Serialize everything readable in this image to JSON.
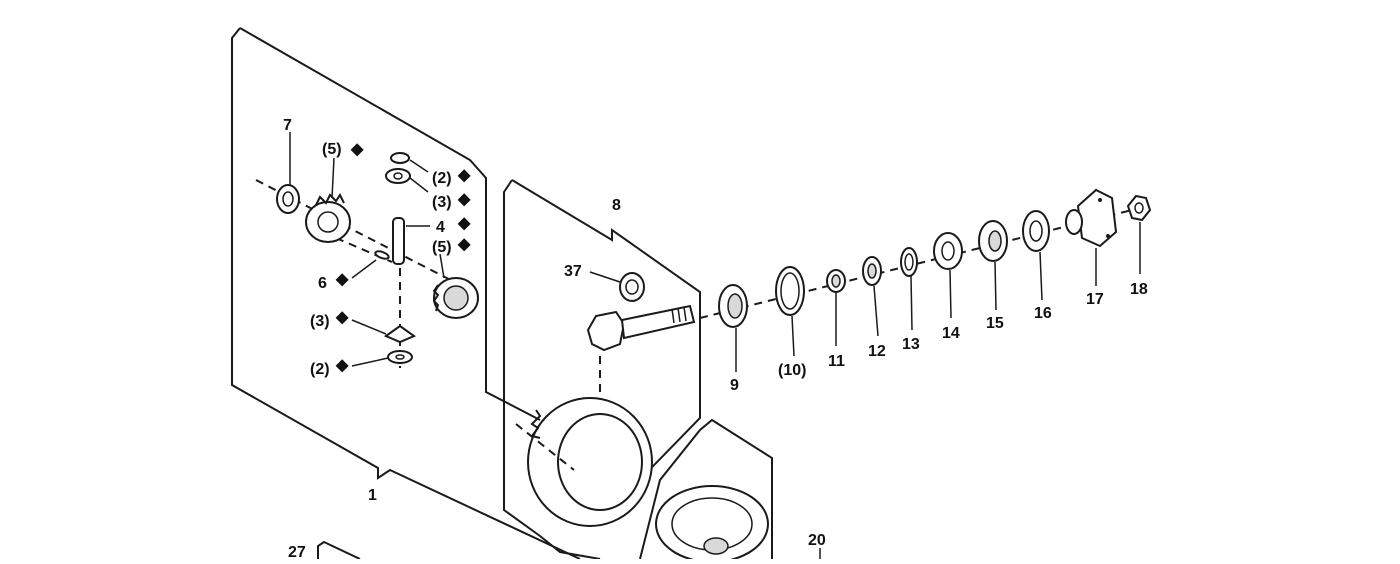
{
  "labels": {
    "l7": "7",
    "l5a": "(5)",
    "l2a": "(2)",
    "l3a": "(3)",
    "l4": "4",
    "l5b": "(5)",
    "l6": "6",
    "l3b": "(3)",
    "l2b": "(2)",
    "l1": "1",
    "l8": "8",
    "l37": "37",
    "l9": "9",
    "l10": "(10)",
    "l11": "11",
    "l12": "12",
    "l13": "13",
    "l14": "14",
    "l15": "15",
    "l16": "16",
    "l17": "17",
    "l18": "18",
    "l20": "20",
    "l27": "27"
  },
  "markers": {
    "diamond": "◆"
  }
}
